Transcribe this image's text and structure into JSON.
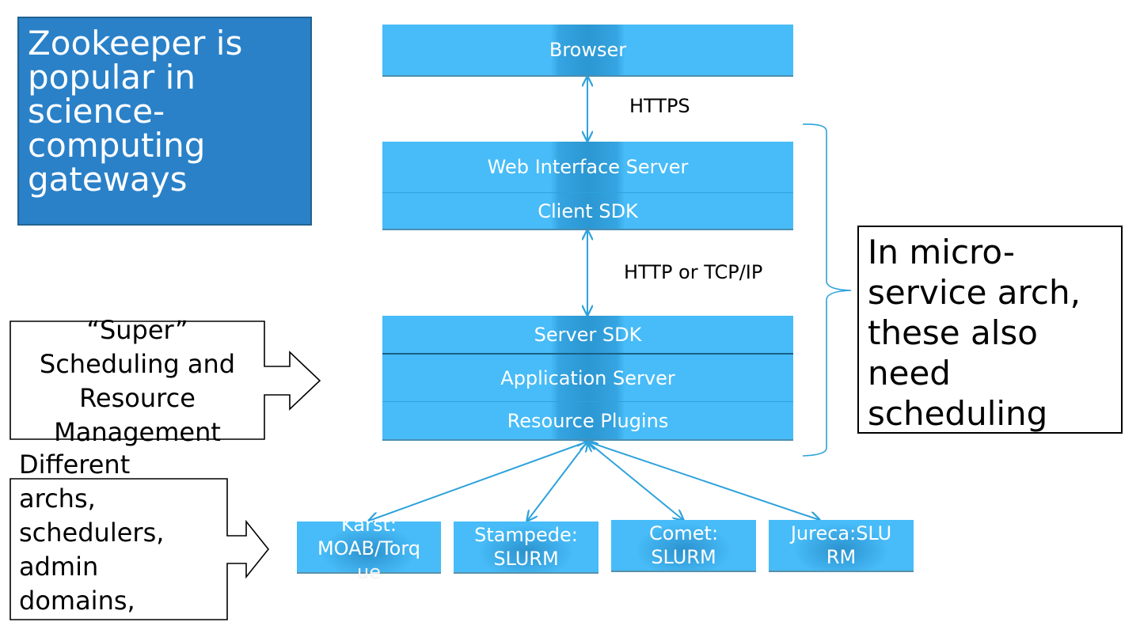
{
  "title_box": {
    "lines": [
      "Zookeeper is",
      "popular in",
      "science-",
      "computing",
      "gateways"
    ],
    "background_color": "#2a81c8"
  },
  "stack": {
    "layer_color": "#47bcf8",
    "browser": "Browser",
    "web_interface_server": "Web Interface Server",
    "client_sdk": "Client SDK",
    "server_sdk": "Server SDK",
    "application_server": "Application Server",
    "resource_plugins": "Resource Plugins"
  },
  "connections": {
    "browser_to_web": "HTTPS",
    "client_to_server": "HTTP or TCP/IP",
    "arrow_color": "#2ea2dc"
  },
  "resources": [
    {
      "lines": [
        "Karst:",
        "MOAB/Torq",
        "ue"
      ]
    },
    {
      "lines": [
        "Stampede:",
        "SLURM"
      ]
    },
    {
      "lines": [
        "Comet:",
        "SLURM"
      ]
    },
    {
      "lines": [
        "Jureca:SLU",
        "RM"
      ]
    }
  ],
  "callouts": {
    "super_scheduling": [
      "“Super”",
      "Scheduling and",
      "Resource",
      "Management"
    ],
    "different": [
      "Different",
      "archs,",
      "schedulers,",
      "admin",
      "domains,"
    ]
  },
  "note": {
    "lines": [
      "In micro-",
      "service arch,",
      "these also",
      "need",
      "scheduling"
    ]
  }
}
